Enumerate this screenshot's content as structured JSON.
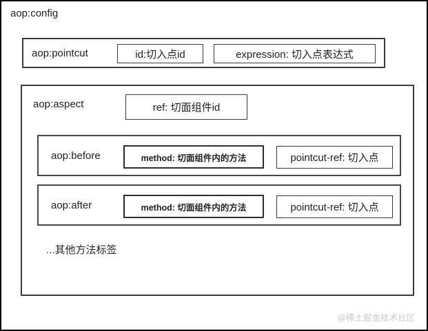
{
  "config": {
    "label": "aop:config",
    "pointcut": {
      "label": "aop:pointcut",
      "id_attr": "id:切入点id",
      "expression_attr": "expression: 切入点表达式"
    },
    "aspect": {
      "label": "aop:aspect",
      "ref_attr": "ref: 切面组件id",
      "before": {
        "label": "aop:before",
        "method_attr": "method: 切面组件内的方法",
        "pointcut_ref_attr": "pointcut-ref: 切入点"
      },
      "after": {
        "label": "aop:after",
        "method_attr": "method: 切面组件内的方法",
        "pointcut_ref_attr": "pointcut-ref: 切入点"
      },
      "other_tags_note": "...其他方法标签"
    }
  },
  "watermark": "@稀土掘金技术社区",
  "colors": {
    "background": "#ffffff",
    "border": "#3a3a3a",
    "text": "#1f1f1f",
    "watermark": "#c9c9c9"
  }
}
